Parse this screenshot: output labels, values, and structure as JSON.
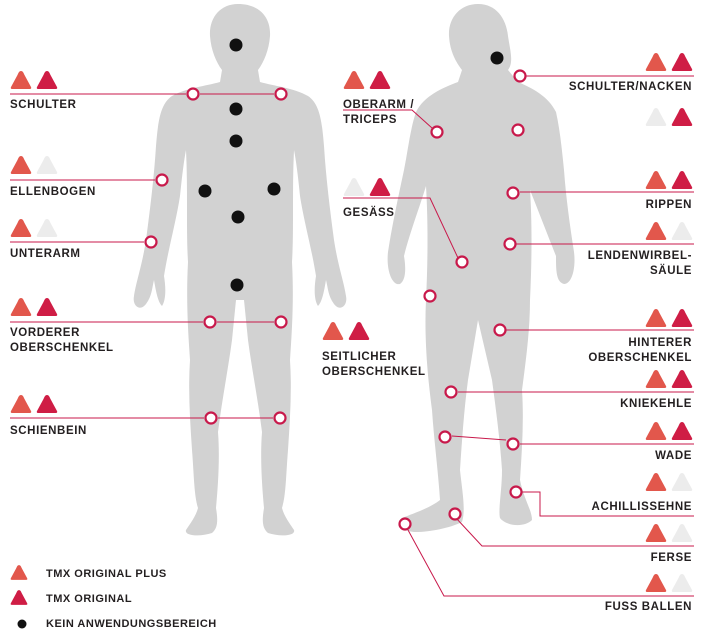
{
  "colors": {
    "plus": "#e2574c",
    "original": "#cf1d45",
    "inactive": "#ececec",
    "body": "#d2d2d2",
    "ring": "#c8194b",
    "dot": "#111111",
    "line": "#c8194b"
  },
  "labels": {
    "schulter": "SCHULTER",
    "ellenbogen": "ELLENBOGEN",
    "unterarm": "UNTERARM",
    "vorderer_oberschenkel": "VORDERER\nOBERSCHENKEL",
    "schienbein": "SCHIENBEIN",
    "oberarm_triceps": "OBERARM /\nTRICEPS",
    "gesaess": "GESÄSS",
    "seitlicher_oberschenkel": "SEITLICHER\nOBERSCHENKEL",
    "schulter_nacken": "SCHULTER/NACKEN",
    "rippen": "RIPPEN",
    "lendenwirbelsaeule": "LENDENWIRBEL-\nSÄULE",
    "hinterer_oberschenkel": "HINTERER\nOBERSCHENKEL",
    "kniekehle": "KNIEKEHLE",
    "wade": "WADE",
    "achillissehne": "ACHILLISSEHNE",
    "ferse": "FERSE",
    "fussballen": "FUSS BALLEN"
  },
  "legend": {
    "plus": "TMX ORIGINAL  PLUS",
    "original": "TMX ORIGINAL",
    "none": "KEIN ANWENDUNGSBEREICH"
  }
}
